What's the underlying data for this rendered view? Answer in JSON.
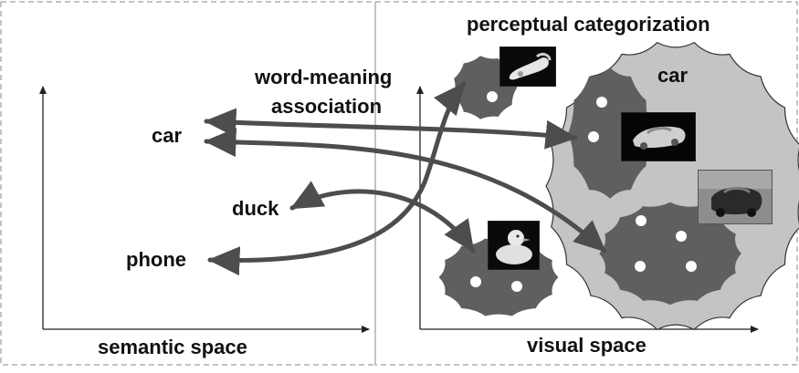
{
  "panels": {
    "semantic_title": "semantic space",
    "visual_title": "visual space"
  },
  "labels": {
    "perceptual": "perceptual categorization",
    "word_meaning_line1": "word-meaning",
    "word_meaning_line2": "association",
    "car_category": "car"
  },
  "words": {
    "car": "car",
    "duck": "duck",
    "phone": "phone"
  },
  "colors": {
    "arrow": "#4d4d4d",
    "cluster_dark": "#5f5f5f",
    "cluster_light": "#c4c4c4",
    "dashed_border": "#8a8a8a"
  },
  "images": [
    "phone-photo",
    "duck-photo",
    "toy-car-photo",
    "real-car-photo"
  ]
}
